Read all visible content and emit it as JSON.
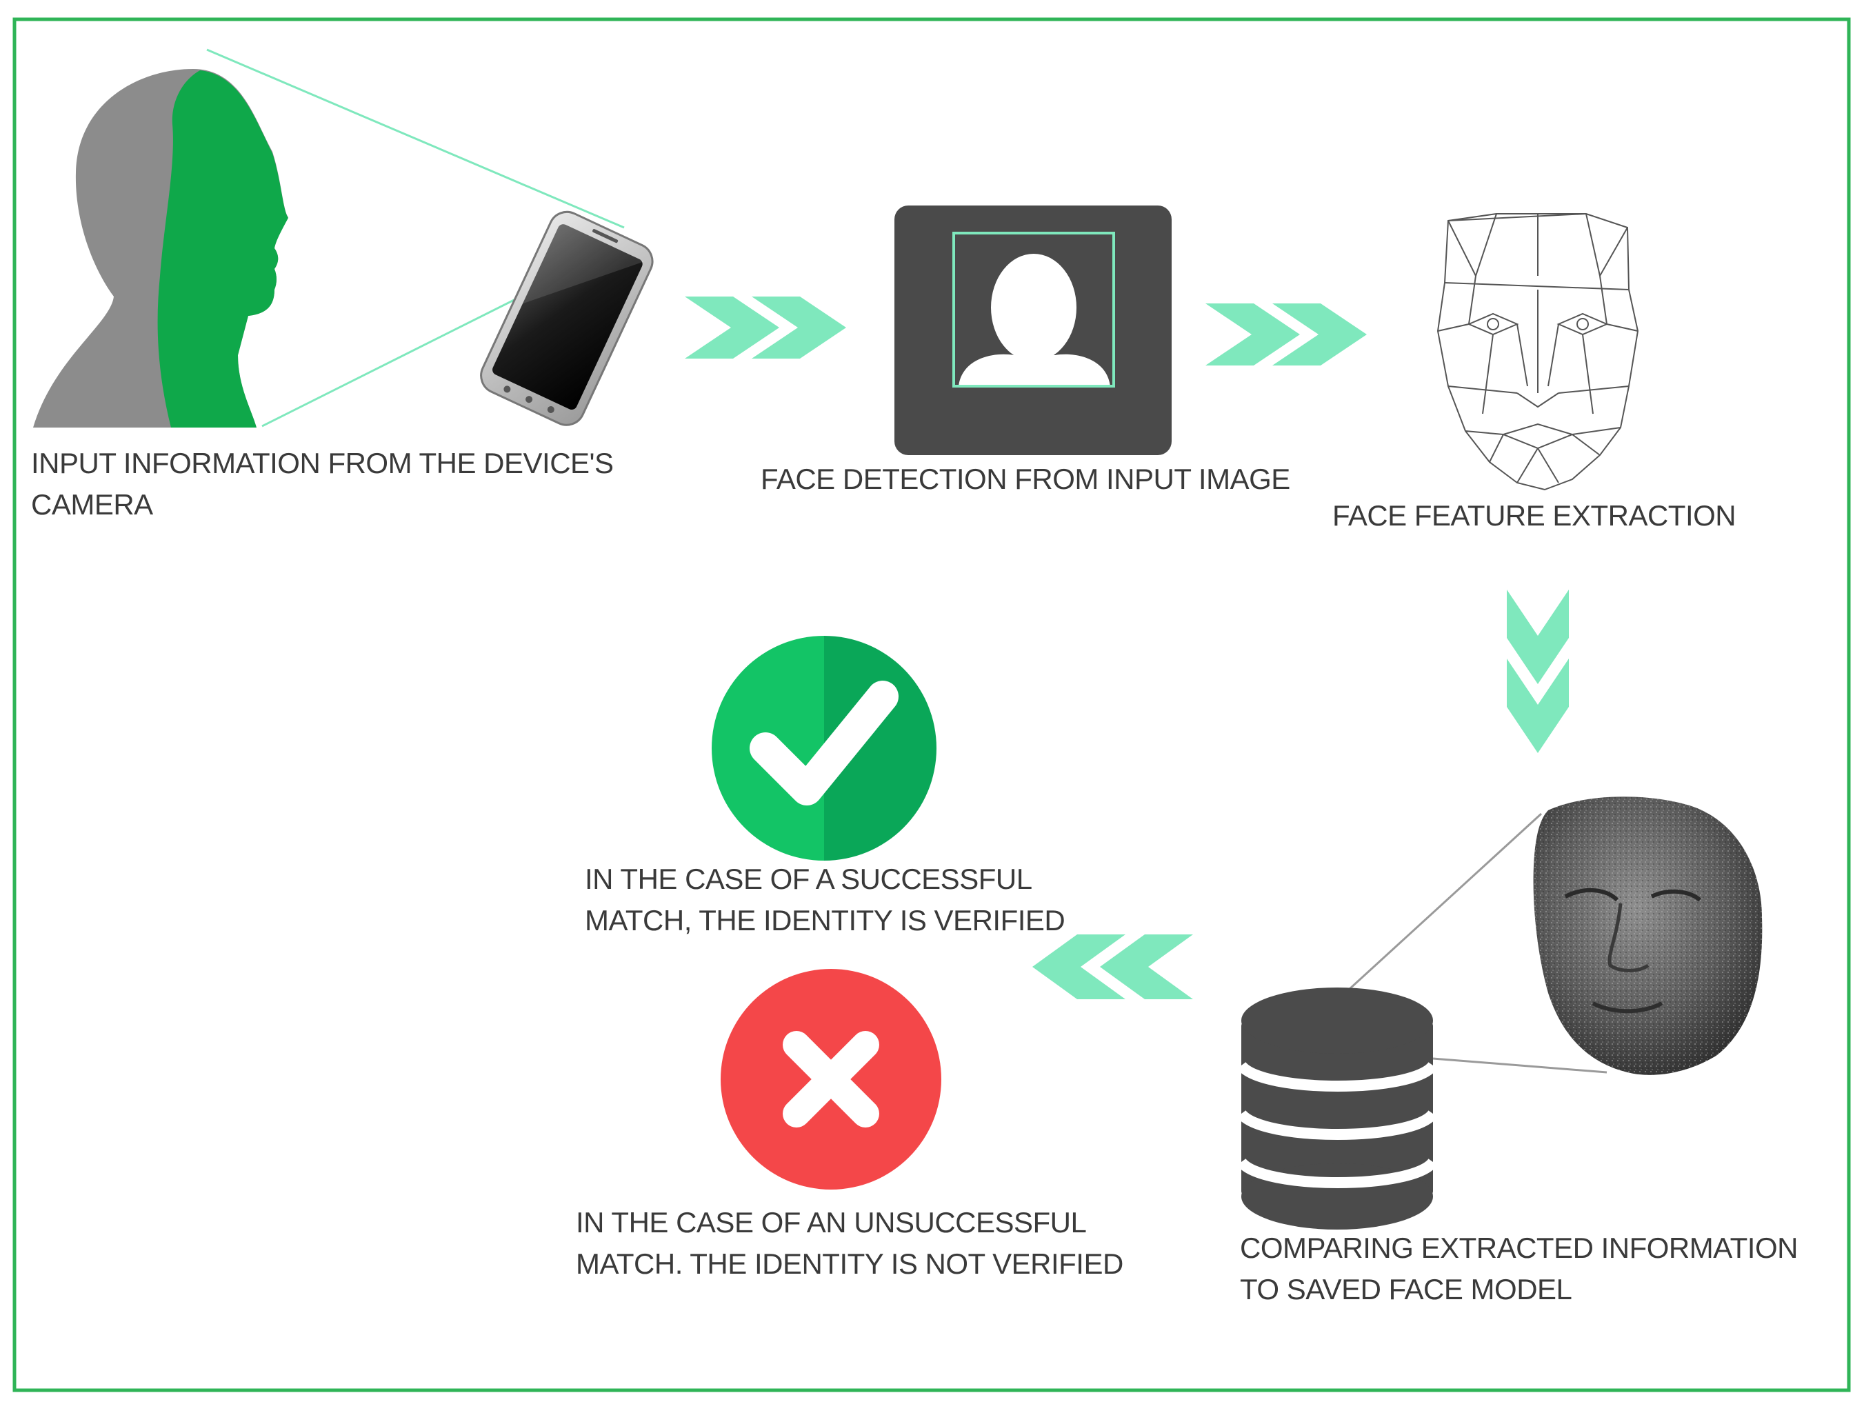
{
  "colors": {
    "frame": "#2fb457",
    "head_gray": "#8c8c8c",
    "head_green": "#0fa84a",
    "arrow": "#7fe8bd",
    "box_dark": "#4a4a4a",
    "success_light": "#13c466",
    "success_dark": "#0aa758",
    "fail": "#f44749",
    "database": "#4b4b4b",
    "text": "#3a3a3a"
  },
  "icons": {
    "head": "head-profile-icon",
    "phone": "smartphone-icon",
    "detection": "face-detection-icon",
    "mesh": "face-mesh-icon",
    "model": "face-model-3d-icon",
    "database": "database-icon",
    "success": "check-icon",
    "fail": "cross-icon",
    "arrow": "double-chevron-icon"
  },
  "steps": {
    "camera": {
      "line1": "INPUT INFORMATION FROM THE DEVICE'S",
      "line2": "CAMERA"
    },
    "detection": {
      "line1": "FACE DETECTION FROM INPUT IMAGE"
    },
    "extraction": {
      "line1": "FACE FEATURE EXTRACTION"
    },
    "comparison": {
      "line1": "COMPARING EXTRACTED INFORMATION",
      "line2": "TO SAVED FACE MODEL"
    },
    "success": {
      "line1": "IN THE CASE OF A SUCCESSFUL",
      "line2": "MATCH, THE IDENTITY IS VERIFIED"
    },
    "failure": {
      "line1": "IN THE CASE OF AN UNSUCCESSFUL",
      "line2": "MATCH. THE IDENTITY IS NOT VERIFIED"
    }
  }
}
